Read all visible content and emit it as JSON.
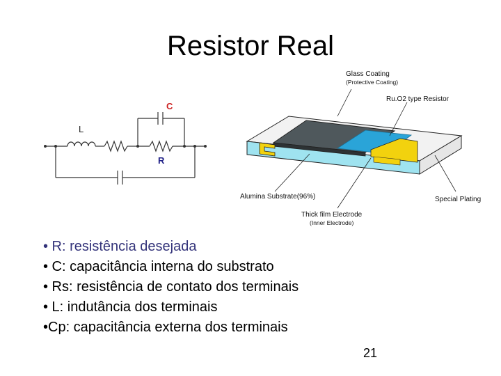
{
  "slide": {
    "title": "Resistor Real",
    "page_number": "21"
  },
  "circuit": {
    "label_c": "C",
    "label_l": "L",
    "label_r": "R",
    "colors": {
      "label_c": "#cc2222",
      "label_r": "#222288",
      "wire": "#333333"
    }
  },
  "diagram": {
    "labels": {
      "glass_coating": "Glass Coating",
      "glass_coating_sub": "(Protective Coating)",
      "ruo2": "Ru.O2 type Resistor",
      "alumina": "Alumina Substrate(96%)",
      "special_plating": "Special Plating",
      "thick_film": "Thick film Electrode",
      "thick_film_sub": "(Inner Electrode)"
    },
    "colors": {
      "substrate": "#9fe3f0",
      "electrode": "#f2d20e",
      "coating": "#5a6266",
      "resistor": "#2aa4d8"
    }
  },
  "bullets": [
    "• R: resistência desejada",
    "• C: capacitância interna do substrato",
    "• Rs: resistência de contato dos terminais",
    "• L: indutância dos terminais",
    "•Cp: capacitância externa dos terminais"
  ]
}
